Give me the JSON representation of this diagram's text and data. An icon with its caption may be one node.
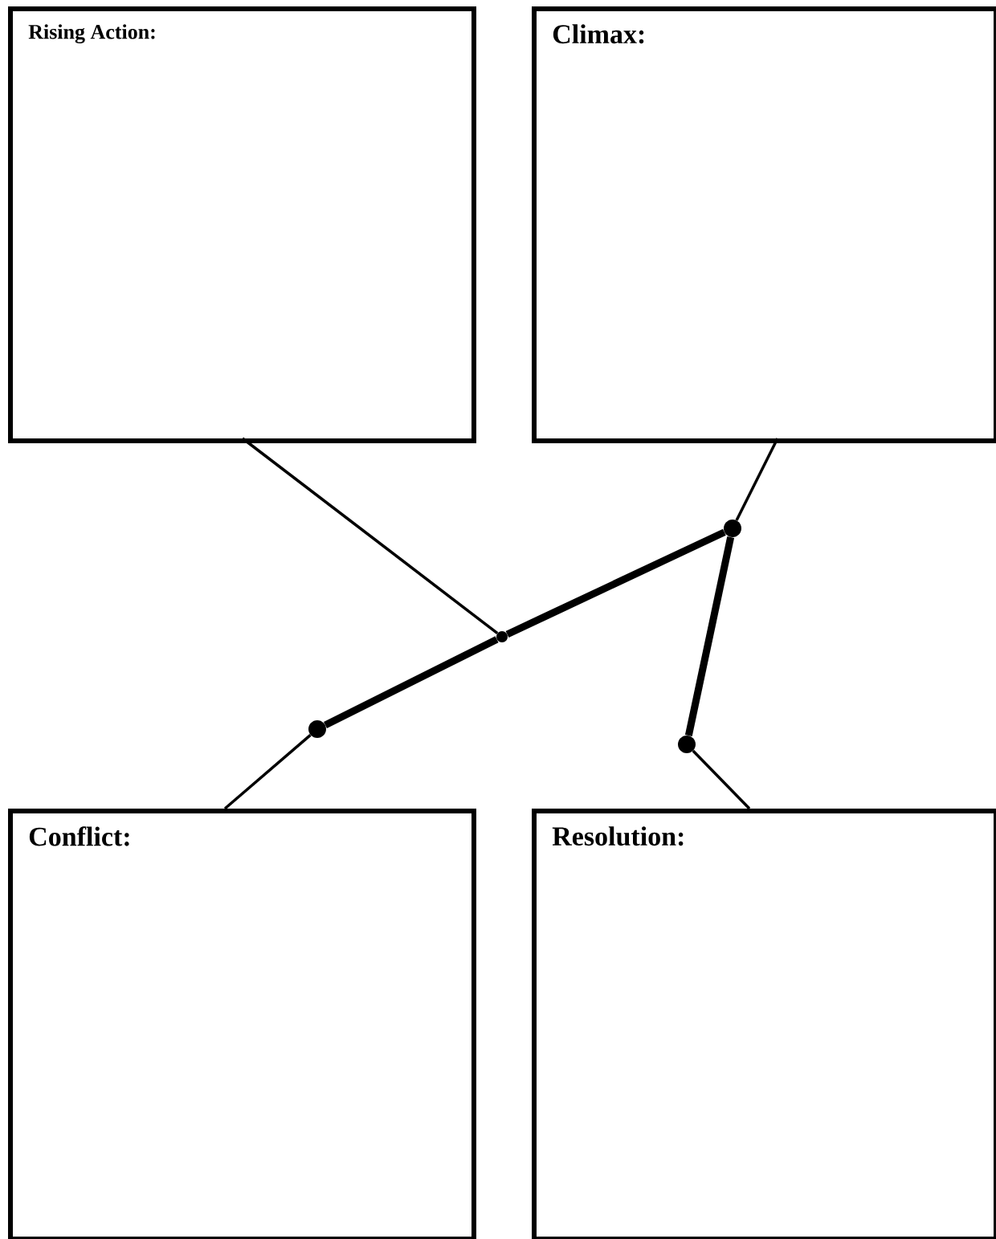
{
  "diagram": {
    "nodes": [
      {
        "text": [
          "Rising Action:"
        ]
      },
      {
        "text": [
          "Climax:"
        ]
      },
      {
        "text": [
          "Conflict:"
        ]
      },
      {
        "text": [
          "Resolution:"
        ]
      },
      {
        "text": [],
        "shape": "circle"
      },
      {
        "text": [],
        "shape": "circle"
      },
      {
        "text": [],
        "shape": "circle"
      },
      {
        "text": [],
        "shape": "circle"
      }
    ],
    "edges": [
      {
        "from": 2,
        "to": 4,
        "arrow": "none"
      },
      {
        "from": 0,
        "to": 5,
        "arrow": "none"
      },
      {
        "from": 1,
        "to": 6,
        "arrow": "none"
      },
      {
        "from": 3,
        "to": 7,
        "arrow": "none"
      },
      {
        "from": 4,
        "to": 5,
        "arrow": "none",
        "style": "thick"
      },
      {
        "from": 5,
        "to": 6,
        "arrow": "none",
        "style": "thick"
      },
      {
        "from": 6,
        "to": 7,
        "arrow": "none",
        "style": "thick"
      }
    ]
  }
}
